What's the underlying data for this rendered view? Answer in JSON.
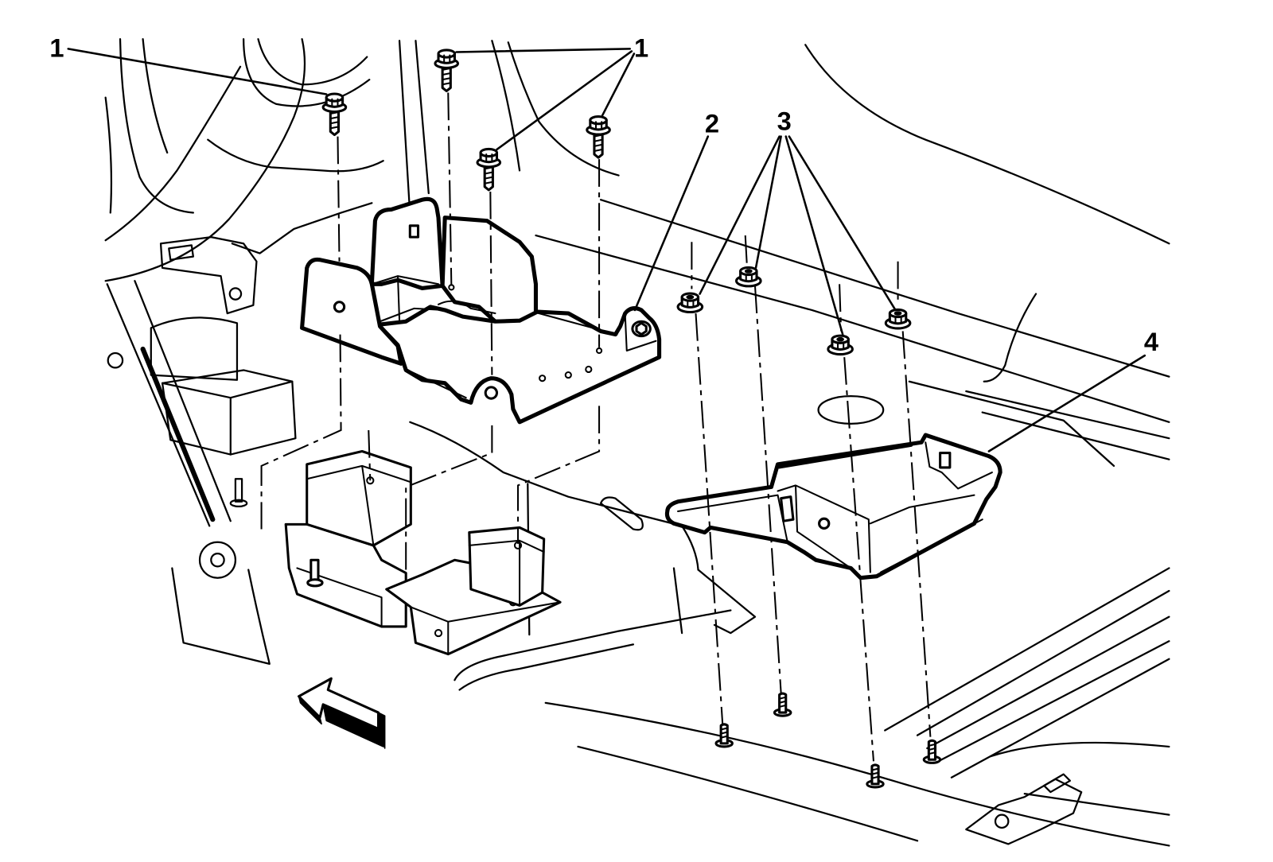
{
  "colors": {
    "line": "#000000",
    "background": "#ffffff"
  },
  "callouts": {
    "item_1_left": "1",
    "item_1_right": "1",
    "item_2": "2",
    "item_3": "3",
    "item_4": "4"
  }
}
